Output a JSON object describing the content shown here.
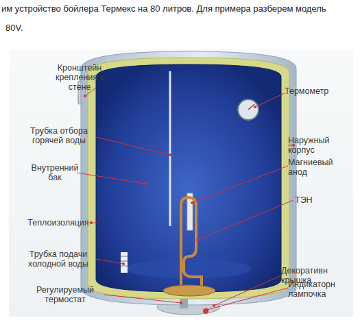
{
  "diagram": {
    "labels": [
      "им устройство бойлера Термекс на 80 литров. Для примера разберем модель",
      "80V.",
      "Кронштейн крепления к стене",
      "Трубка отбора горячей воды",
      "Внутренний бак",
      "Теплоизоляция",
      "Трубка подачи холодной воды",
      "Регулируемый термостат",
      "Термометр",
      "Наружный корпус",
      "Магниевый анод",
      "ТЭН",
      "Декоративн крышка",
      "Индикаторн лампочка"
    ]
  }
}
